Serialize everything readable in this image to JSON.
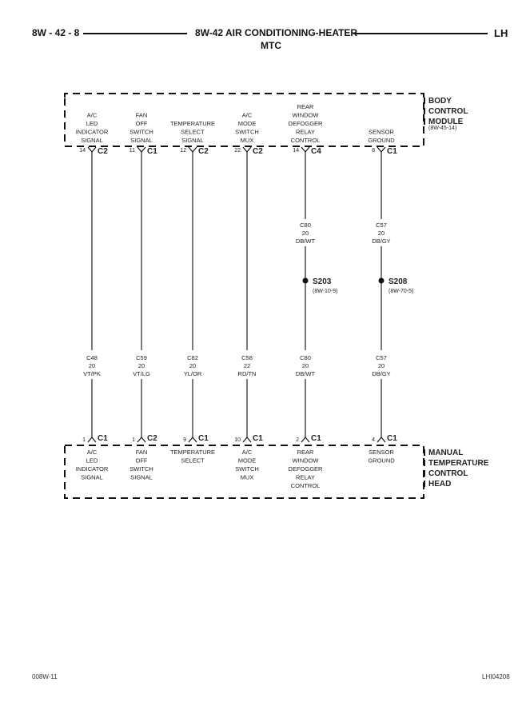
{
  "header": {
    "page_number": "8W - 42 - 8",
    "title": "8W-42 AIR CONDITIONING-HEATER",
    "subtitle": "MTC",
    "side": "LH"
  },
  "footer": {
    "left_code": "008W-11",
    "right_code": "LHI04208"
  },
  "modules": {
    "top": {
      "name_lines": [
        "BODY",
        "CONTROL",
        "MODULE"
      ],
      "ref": "(8W-45-14)"
    },
    "bottom": {
      "name_lines": [
        "MANUAL",
        "TEMPERATURE",
        "CONTROL",
        "HEAD"
      ]
    }
  },
  "circuits": [
    {
      "top_label": [
        "A/C",
        "LED",
        "INDICATOR",
        "SIGNAL"
      ],
      "top_pin": "14",
      "top_conn": "C2",
      "wire": {
        "circuit": "C48",
        "gauge": "20",
        "color": "VT/PK"
      },
      "bottom_pin": "1",
      "bottom_conn": "C1",
      "bottom_label": [
        "A/C",
        "LED",
        "INDICATOR",
        "SIGNAL"
      ]
    },
    {
      "top_label": [
        "FAN",
        "OFF",
        "SWITCH",
        "SIGNAL"
      ],
      "top_pin": "11",
      "top_conn": "C1",
      "wire": {
        "circuit": "C59",
        "gauge": "20",
        "color": "VT/LG"
      },
      "bottom_pin": "1",
      "bottom_conn": "C2",
      "bottom_label": [
        "FAN",
        "OFF",
        "SWITCH",
        "SIGNAL"
      ]
    },
    {
      "top_label": [
        "TEMPERATURE",
        "SELECT",
        "SIGNAL"
      ],
      "top_pin": "12",
      "top_conn": "C2",
      "wire": {
        "circuit": "C82",
        "gauge": "20",
        "color": "YL/OR"
      },
      "bottom_pin": "9",
      "bottom_conn": "C1",
      "bottom_label": [
        "TEMPERATURE",
        "SELECT"
      ]
    },
    {
      "top_label": [
        "A/C",
        "MODE",
        "SWITCH",
        "MUX"
      ],
      "top_pin": "22",
      "top_conn": "C2",
      "wire": {
        "circuit": "C58",
        "gauge": "22",
        "color": "RD/TN"
      },
      "bottom_pin": "10",
      "bottom_conn": "C1",
      "bottom_label": [
        "A/C",
        "MODE",
        "SWITCH",
        "MUX"
      ]
    },
    {
      "top_label": [
        "REAR",
        "WINDOW",
        "DEFOGGER",
        "RELAY",
        "CONTROL"
      ],
      "top_pin": "14",
      "top_conn": "C4",
      "upper_wire": {
        "circuit": "C80",
        "gauge": "20",
        "color": "DB/WT"
      },
      "splice": {
        "id": "S203",
        "ref": "(8W-10-9)"
      },
      "wire": {
        "circuit": "C80",
        "gauge": "20",
        "color": "DB/WT"
      },
      "bottom_pin": "2",
      "bottom_conn": "C1",
      "bottom_label": [
        "REAR",
        "WINDOW",
        "DEFOGGER",
        "RELAY",
        "CONTROL"
      ]
    },
    {
      "top_label": [
        "SENSOR",
        "GROUND"
      ],
      "top_pin": "8",
      "top_conn": "C1",
      "upper_wire": {
        "circuit": "C57",
        "gauge": "20",
        "color": "DB/GY"
      },
      "splice": {
        "id": "S208",
        "ref": "(8W-70-5)"
      },
      "wire": {
        "circuit": "C57",
        "gauge": "20",
        "color": "DB/GY"
      },
      "bottom_pin": "4",
      "bottom_conn": "C1",
      "bottom_label": [
        "SENSOR",
        "GROUND"
      ]
    }
  ]
}
